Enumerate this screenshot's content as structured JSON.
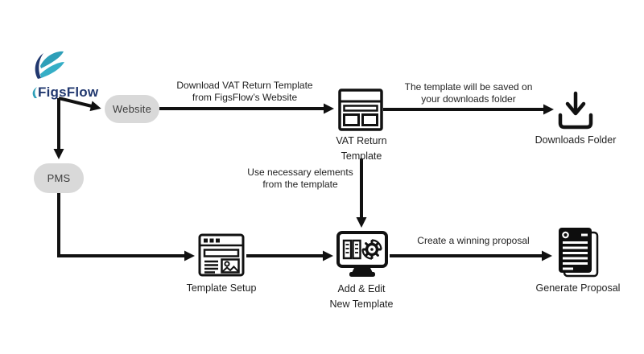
{
  "logo": {
    "brand": "FigsFlow",
    "icon": "figsflow-swoosh-icon"
  },
  "nodes": {
    "website": {
      "label": "Website"
    },
    "pms": {
      "label": "PMS"
    },
    "vat_template": {
      "line1": "VAT Return",
      "line2": "Template",
      "icon": "browser-template-icon"
    },
    "downloads_folder": {
      "label": "Downloads Folder",
      "icon": "download-tray-icon"
    },
    "template_setup": {
      "label": "Template Setup",
      "icon": "template-setup-window-icon"
    },
    "add_edit_template": {
      "line1": "Add & Edit",
      "line2": "New Template",
      "icon": "monitor-book-gear-icon"
    },
    "generate_proposal": {
      "label": "Generate Proposal",
      "icon": "proposal-document-icon"
    }
  },
  "edge_labels": {
    "download_vat": {
      "line1": "Download VAT Return Template",
      "line2": "from FigsFlow’s Website"
    },
    "save_downloads": {
      "line1": "The template will be saved on",
      "line2": "your downloads folder"
    },
    "use_elements": {
      "line1": "Use necessary elements",
      "line2": "from the template"
    },
    "create_proposal": {
      "label": "Create a winning proposal"
    }
  },
  "colors": {
    "connector": "#111111",
    "pill_background": "#d9d9d9",
    "label_text": "#1f1f1f",
    "brand_navy": "#21386f",
    "brand_teal": "#2e9fb8"
  }
}
